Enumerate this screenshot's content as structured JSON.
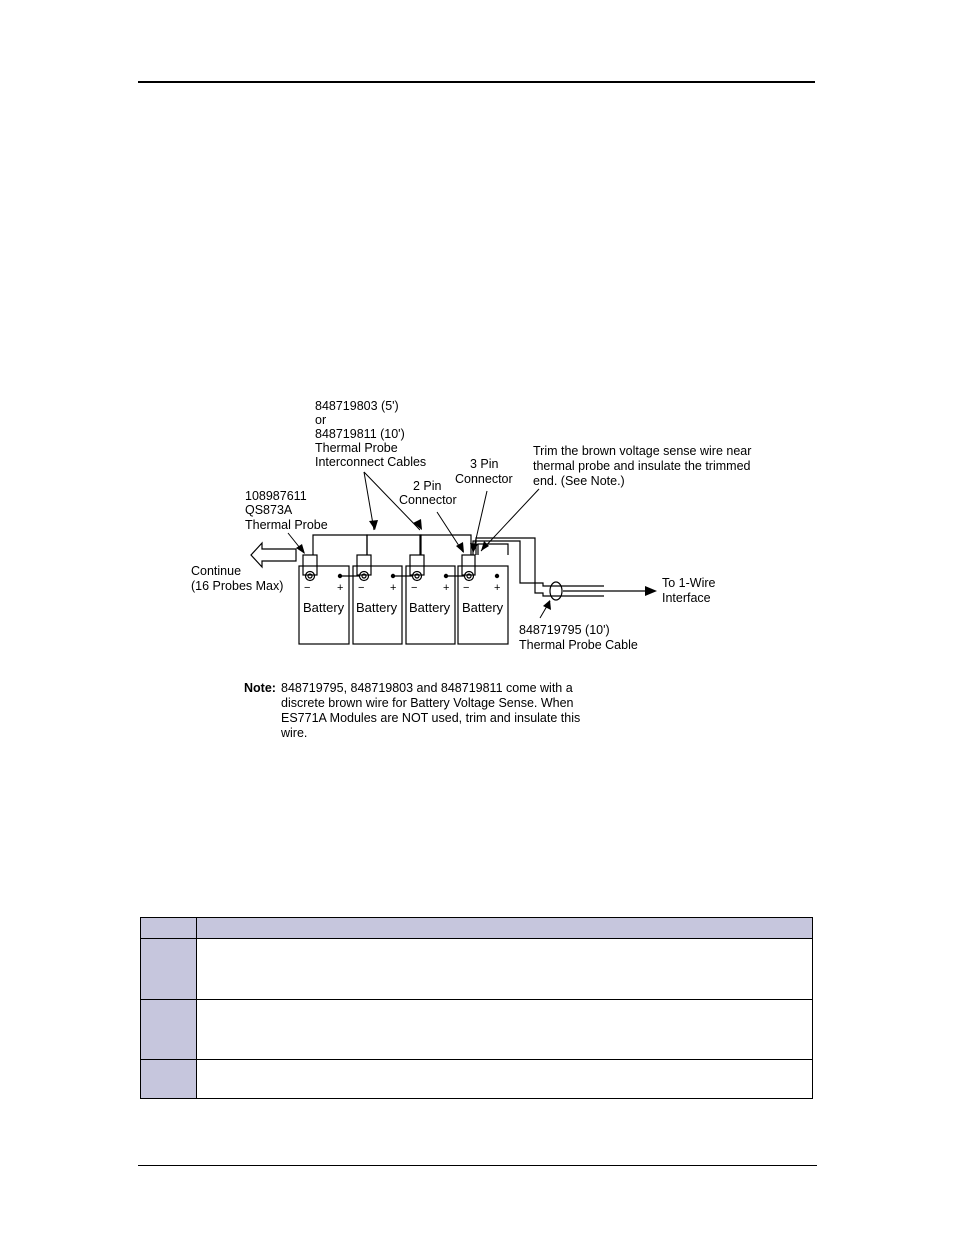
{
  "diagram": {
    "cable_label": [
      "848719803 (5')",
      "or",
      "848719811 (10')",
      "Thermal Probe",
      "Interconnect Cables"
    ],
    "probe_label": [
      "108987611",
      "QS873A",
      "Thermal Probe"
    ],
    "two_pin_label": [
      "2 Pin",
      "Connector"
    ],
    "three_pin_label": [
      "3 Pin",
      "Connector"
    ],
    "trim_label": [
      "Trim the brown voltage sense wire near",
      "thermal probe and insulate the trimmed",
      "end. (See Note.)"
    ],
    "continue_label": [
      "Continue",
      "(16 Probes Max)"
    ],
    "battery_label": "Battery",
    "minus_symbol": "−",
    "plus_symbol": "+",
    "interface_label": [
      "To 1-Wire",
      "Interface"
    ],
    "cable_part_label": [
      "848719795 (10')",
      "Thermal Probe Cable"
    ]
  },
  "note": {
    "label": "Note:",
    "text": "848719795, 848719803 and 848719811  come with a discrete brown wire for Battery Voltage Sense. When ES771A Modules are NOT used, trim and insulate this wire."
  }
}
